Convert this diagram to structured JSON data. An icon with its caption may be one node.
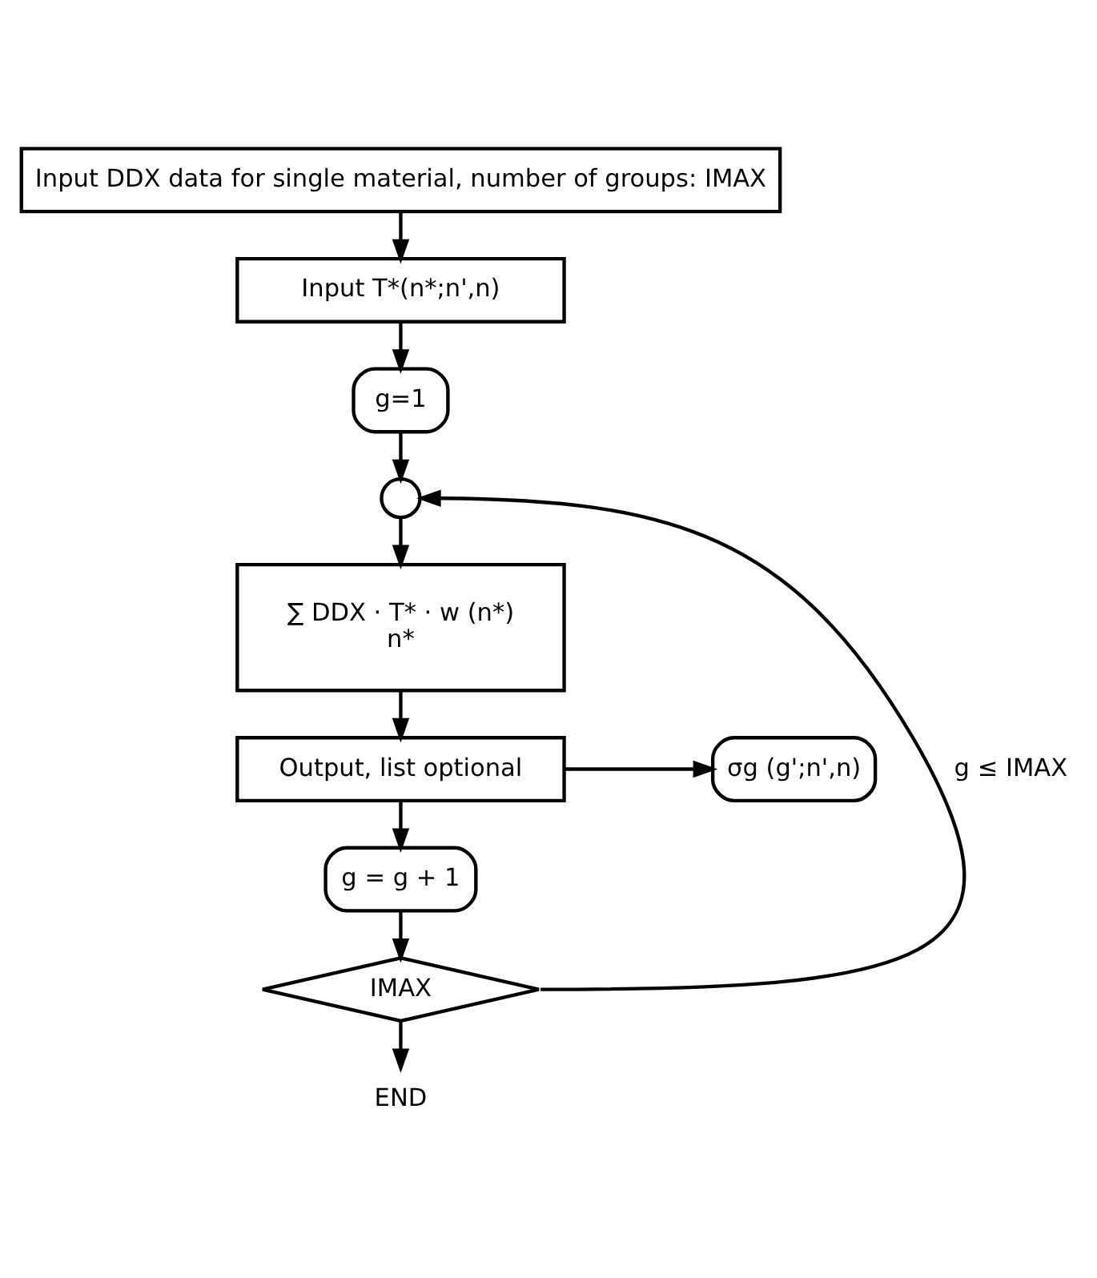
{
  "diagram": {
    "nodes": [
      {
        "text": [
          "Input DDX data for single material, number of groups: IMAX"
        ]
      },
      {
        "text": [
          "Input T*(n*;n',n)"
        ]
      },
      {
        "text": [
          "g=1"
        ]
      },
      {
        "text": [],
        "shape": "circle"
      },
      {
        "text": [
          "∑ DDX · T* · w (n*)",
          "n*"
        ]
      },
      {
        "text": [
          "Output, list optional"
        ]
      },
      {
        "text": [
          "σg (g';n',n)"
        ]
      },
      {
        "text": [
          "g = g + 1"
        ]
      },
      {
        "text": [
          "IMAX"
        ]
      },
      {
        "text": [
          "END"
        ]
      }
    ],
    "edges": [
      {
        "from": 0,
        "to": 1,
        "arrow": "to"
      },
      {
        "from": 1,
        "to": 2,
        "arrow": "to"
      },
      {
        "from": 2,
        "to": 3,
        "arrow": "to"
      },
      {
        "from": 3,
        "to": 4,
        "arrow": "to"
      },
      {
        "from": 4,
        "to": 5,
        "arrow": "to"
      },
      {
        "from": 5,
        "to": 6,
        "arrow": "to"
      },
      {
        "from": 5,
        "to": 7,
        "arrow": "to"
      },
      {
        "from": 7,
        "to": 8,
        "arrow": "to"
      },
      {
        "from": 8,
        "to": 3,
        "arrow": "to",
        "label": "g ≤ IMAX"
      },
      {
        "from": 8,
        "to": 9,
        "arrow": "to"
      }
    ]
  }
}
